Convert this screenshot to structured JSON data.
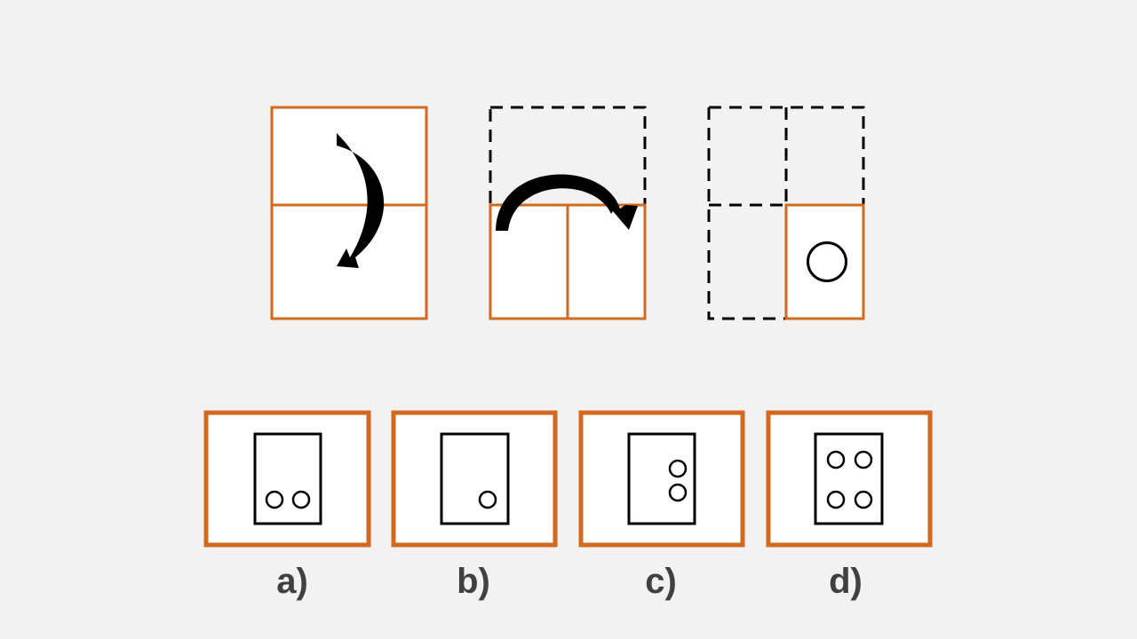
{
  "colors": {
    "background": "#f2f2f2",
    "accent": "#d2691e",
    "ink": "#000000",
    "label": "#404040",
    "panel": "#ffffff"
  },
  "steps": [
    {
      "name": "step-1-fold-down",
      "icon": "curved-arrow-down-icon"
    },
    {
      "name": "step-2-fold-right",
      "icon": "curved-arrow-right-icon"
    },
    {
      "name": "step-3-punch-hole",
      "icon": "punched-hole-icon"
    }
  ],
  "options": [
    {
      "label": "a)",
      "holes": 2
    },
    {
      "label": "b)",
      "holes": 1
    },
    {
      "label": "c)",
      "holes": 2
    },
    {
      "label": "d)",
      "holes": 4
    }
  ]
}
